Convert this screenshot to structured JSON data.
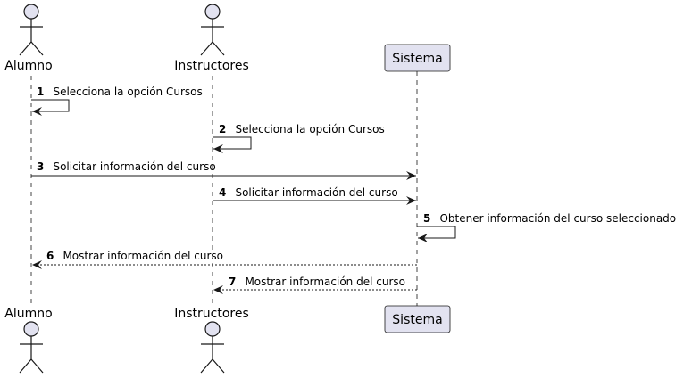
{
  "colors": {
    "participant_fill": "#E2E2F0",
    "participant_stroke": "#181818",
    "lifeline": "#181818",
    "arrow": "#181818",
    "text": "#000000"
  },
  "participants": [
    {
      "id": "alumno",
      "label": "Alumno",
      "kind": "actor"
    },
    {
      "id": "instructores",
      "label": "Instructores",
      "kind": "actor"
    },
    {
      "id": "sistema",
      "label": "Sistema",
      "kind": "participant"
    }
  ],
  "messages": [
    {
      "num": "1",
      "text": "Selecciona la opción Cursos",
      "from": "alumno",
      "to": "alumno",
      "style": "solid"
    },
    {
      "num": "2",
      "text": "Selecciona la opción Cursos",
      "from": "instructores",
      "to": "instructores",
      "style": "solid"
    },
    {
      "num": "3",
      "text": "Solicitar información del curso",
      "from": "alumno",
      "to": "sistema",
      "style": "solid"
    },
    {
      "num": "4",
      "text": "Solicitar información del curso",
      "from": "instructores",
      "to": "sistema",
      "style": "solid"
    },
    {
      "num": "5",
      "text": "Obtener información del curso seleccionado",
      "from": "sistema",
      "to": "sistema",
      "style": "solid"
    },
    {
      "num": "6",
      "text": "Mostrar información del curso",
      "from": "sistema",
      "to": "alumno",
      "style": "dashed"
    },
    {
      "num": "7",
      "text": "Mostrar información del curso",
      "from": "sistema",
      "to": "instructores",
      "style": "dashed"
    }
  ]
}
